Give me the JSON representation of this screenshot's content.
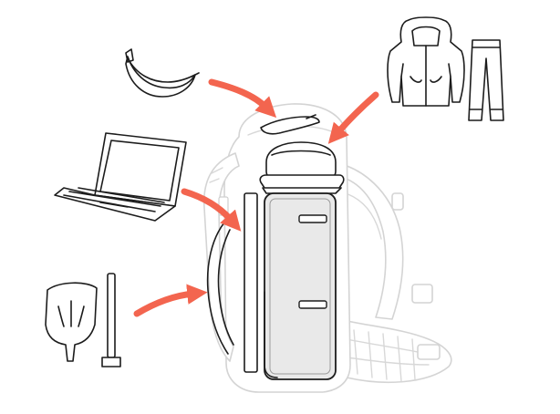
{
  "items": [
    {
      "id": "banana",
      "icon": "banana-icon"
    },
    {
      "id": "rain-jacket",
      "icon": "jacket-icon"
    },
    {
      "id": "rain-pants",
      "icon": "pants-icon"
    },
    {
      "id": "laptop",
      "icon": "laptop-icon"
    },
    {
      "id": "snow-shovel",
      "icon": "shovel-blade-icon"
    },
    {
      "id": "shovel-shaft",
      "icon": "shovel-shaft-icon"
    }
  ],
  "backpack": {
    "icon": "backpack-icon"
  },
  "colors": {
    "arrow": "#f3654f",
    "ink": "#1c1c1c",
    "ghost": "#d4d4d4",
    "sleeve": "#e9e9e9",
    "background": "#ffffff"
  }
}
